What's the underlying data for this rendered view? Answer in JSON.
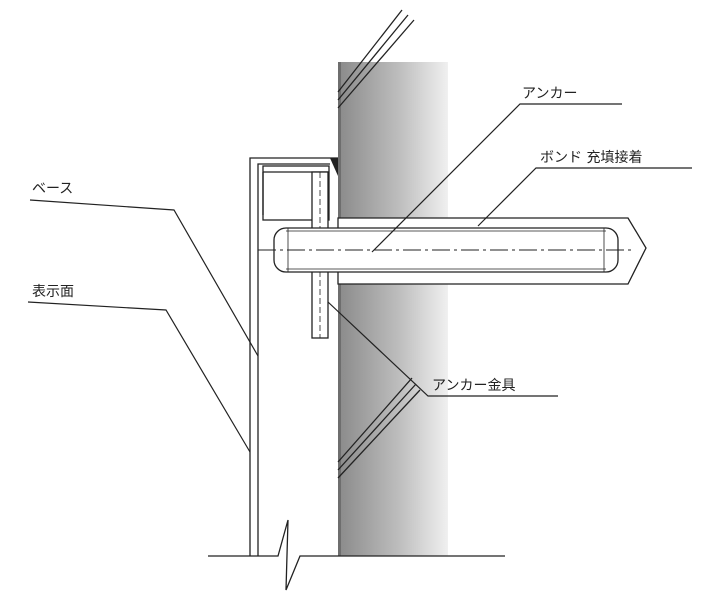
{
  "labels": {
    "anchor": "アンカー",
    "bond": "ボンド 充填接着",
    "base": "ベース",
    "display_surface": "表示面",
    "anchor_bracket": "アンカー金具"
  },
  "colors": {
    "line": "#222222",
    "wall_dark": "#8a8a8a",
    "wall_light": "#ededed",
    "background": "#ffffff"
  }
}
